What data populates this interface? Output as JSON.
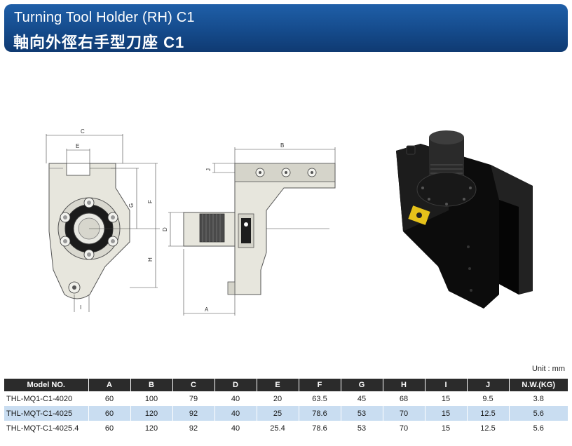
{
  "header": {
    "title_en": "Turning Tool Holder (RH) C1",
    "title_zh": "軸向外徑右手型刀座 C1"
  },
  "drawing": {
    "front_labels": {
      "C": "C",
      "E": "E",
      "G": "G",
      "F": "F",
      "H": "H",
      "I": "I"
    },
    "side_labels": {
      "B": "B",
      "J": "J",
      "D": "D",
      "A": "A"
    }
  },
  "unit_label": "Unit : mm",
  "table": {
    "columns": [
      "Model NO.",
      "A",
      "B",
      "C",
      "D",
      "E",
      "F",
      "G",
      "H",
      "I",
      "J",
      "N.W.(KG)"
    ],
    "rows": [
      [
        "THL-MQ1-C1-4020",
        "60",
        "100",
        "79",
        "40",
        "20",
        "63.5",
        "45",
        "68",
        "15",
        "9.5",
        "3.8"
      ],
      [
        "THL-MQT-C1-4025",
        "60",
        "120",
        "92",
        "40",
        "25",
        "78.6",
        "53",
        "70",
        "15",
        "12.5",
        "5.6"
      ],
      [
        "THL-MQT-C1-4025.4",
        "60",
        "120",
        "92",
        "40",
        "25.4",
        "78.6",
        "53",
        "70",
        "15",
        "12.5",
        "5.6"
      ]
    ]
  }
}
